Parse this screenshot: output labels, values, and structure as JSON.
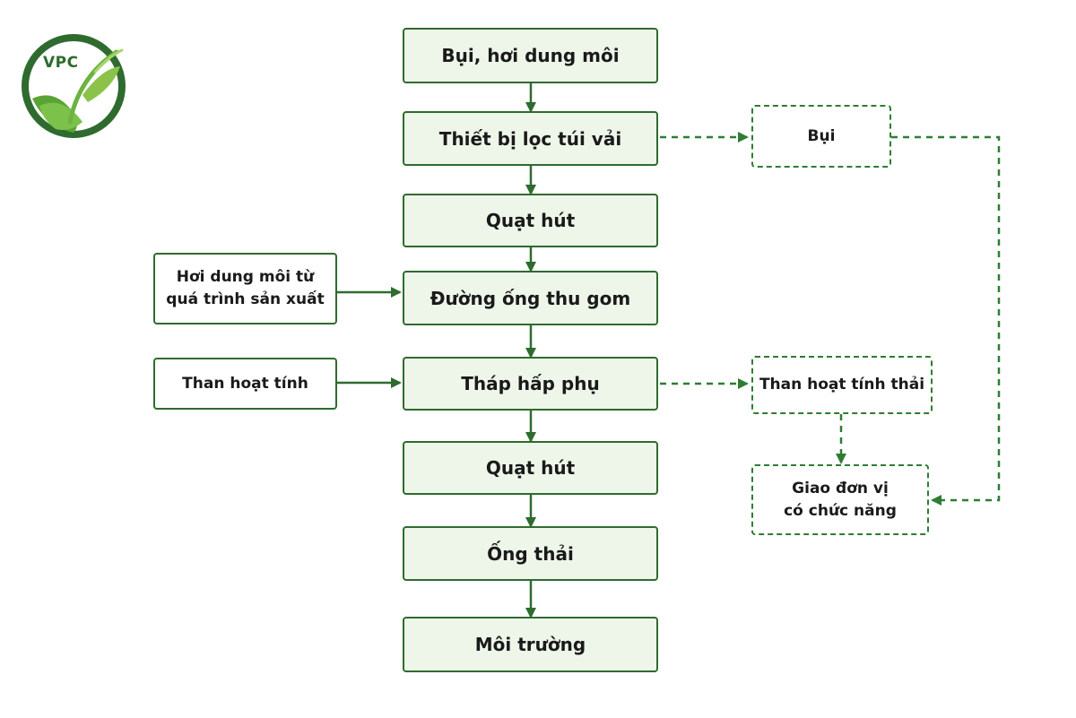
{
  "logo": {
    "text": "VPC",
    "colors": {
      "ring": "#2f6b2f",
      "leaf": "#6cb33f",
      "text": "#2b6b2b"
    }
  },
  "main_flow": {
    "n1": "Bụi, hơi dung môi",
    "n2": "Thiết bị lọc túi vải",
    "n3": "Quạt hút",
    "n4": "Đường ống thu gom",
    "n5": "Tháp hấp phụ",
    "n6": "Quạt hút",
    "n7": "Ống thải",
    "n8": "Môi trường"
  },
  "inputs": {
    "solvent_line1": "Hơi dung môi từ",
    "solvent_line2": "quá trình sản xuất",
    "carbon": "Than hoạt tính"
  },
  "outputs": {
    "dust": "Bụi",
    "spent_carbon": "Than hoạt tính thải",
    "handover_line1": "Giao đơn vị",
    "handover_line2": "có chức năng"
  },
  "colors": {
    "line": "#2e6b2e",
    "main_fill": "#eef6ea",
    "dashed": "#2e7d32"
  }
}
